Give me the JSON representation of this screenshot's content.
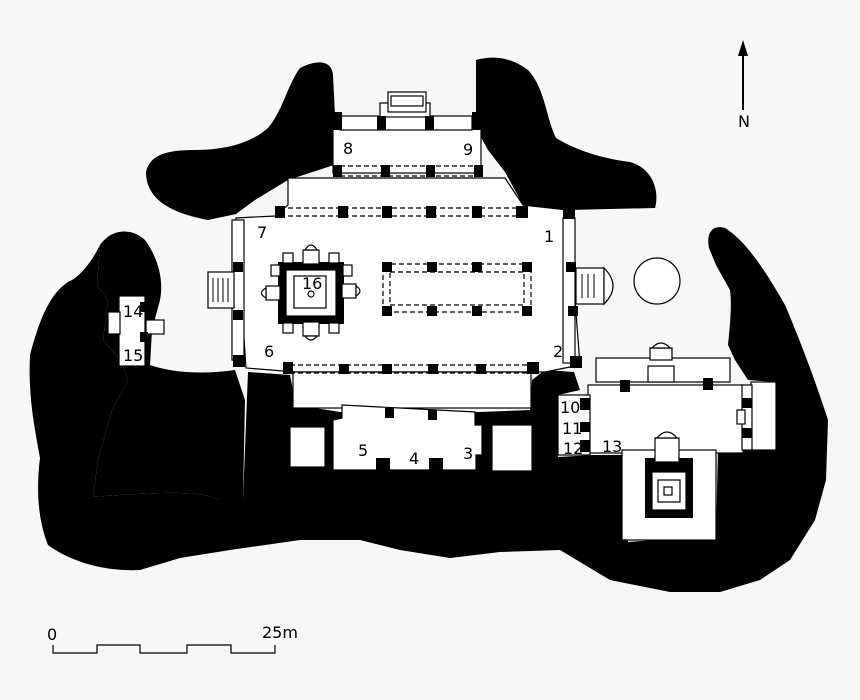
{
  "north": {
    "label": "N"
  },
  "scale": {
    "start": "0",
    "end": "25m"
  },
  "rooms": [
    "1",
    "2",
    "3",
    "4",
    "5",
    "6",
    "7",
    "8",
    "9",
    "10",
    "11",
    "12",
    "13",
    "14",
    "15",
    "16"
  ],
  "colors": {
    "background": "#f7f7f7",
    "rock": "#000000",
    "floor": "#ffffff"
  }
}
